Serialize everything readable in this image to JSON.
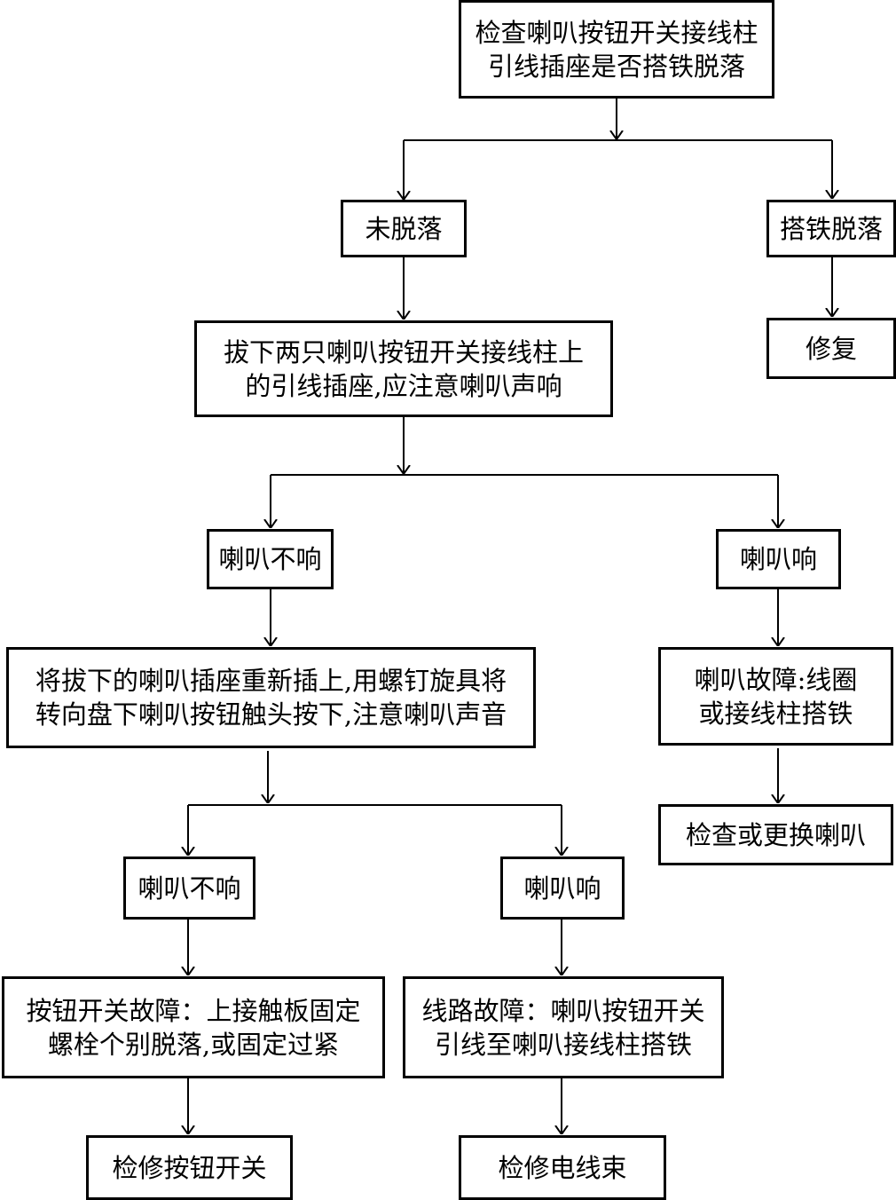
{
  "flowchart": {
    "nodes": {
      "check_socket": "检查喇叭按钮开关接线柱\n引线插座是否搭铁脱落",
      "not_fallen": "未脱落",
      "fallen_ground": "搭铁脱落",
      "repair": "修复",
      "unplug_sockets": "拔下两只喇叭按钮开关接线柱上\n的引线插座,应注意喇叭声响",
      "horn_silent_1": "喇叭不响",
      "horn_sounds_1": "喇叭响",
      "horn_fault": "喇叭故障:线圈\n或接线柱搭铁",
      "check_replace_horn": "检查或更换喇叭",
      "replug_press": "将拔下的喇叭插座重新插上,用螺钉旋具将\n转向盘下喇叭按钮触头按下,注意喇叭声音",
      "horn_silent_2": "喇叭不响",
      "horn_sounds_2": "喇叭响",
      "switch_fault": "按钮开关故障：上接触板固定\n螺栓个别脱落,或固定过紧",
      "circuit_fault": "线路故障：喇叭按钮开关\n引线至喇叭接线柱搭铁",
      "repair_switch": "检修按钮开关",
      "repair_harness": "检修电线束"
    }
  }
}
